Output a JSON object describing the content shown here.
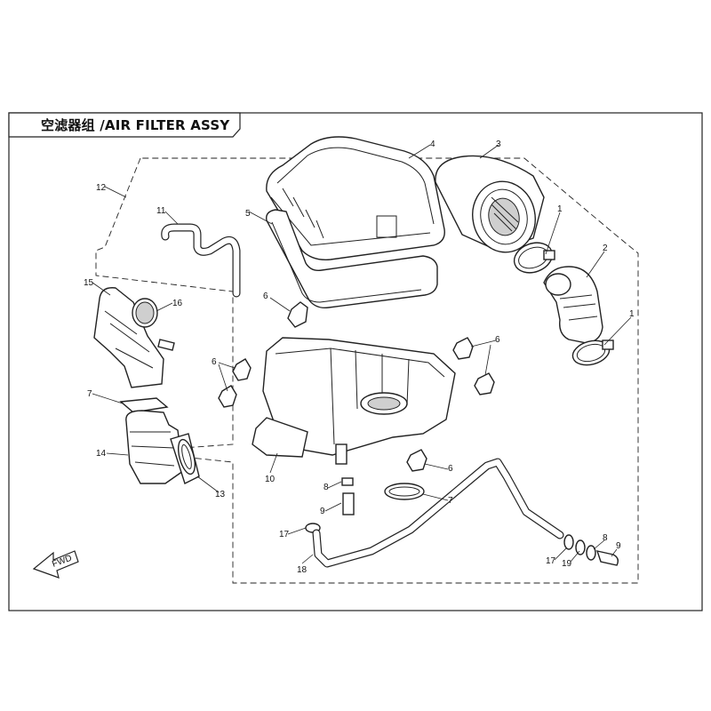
{
  "title": "空滤器组 /AIR FILTER ASSY",
  "fwd_label": "FWD",
  "callouts": {
    "c1a": "1",
    "c1b": "1",
    "c2": "2",
    "c3": "3",
    "c4": "4",
    "c5": "5",
    "c6a": "6",
    "c6b": "6",
    "c6c": "6",
    "c6d": "6",
    "c7a": "7",
    "c7b": "7",
    "c8a": "8",
    "c8b": "8",
    "c9a": "9",
    "c9b": "9",
    "c10": "10",
    "c11": "11",
    "c12": "12",
    "c13": "13",
    "c14": "14",
    "c15": "15",
    "c16": "16",
    "c17a": "17",
    "c17b": "17",
    "c18": "18",
    "c19": "19"
  }
}
